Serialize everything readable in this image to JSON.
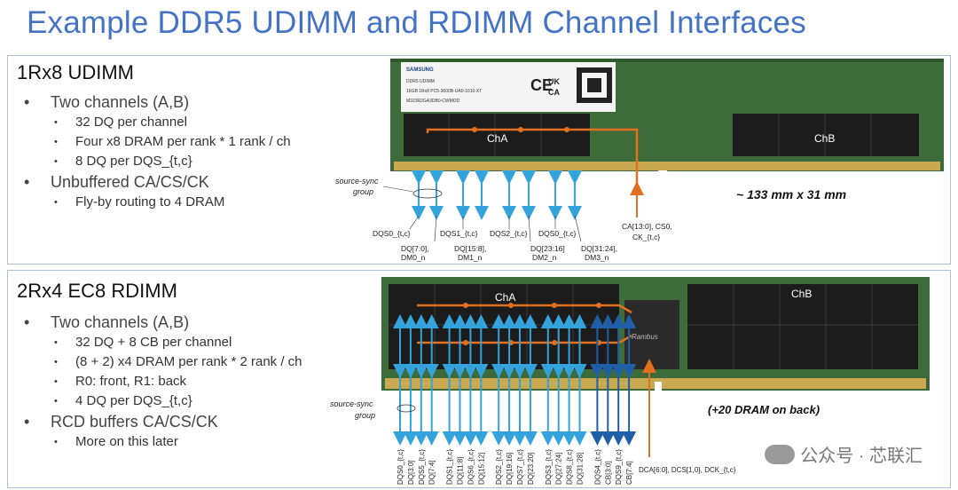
{
  "title": "Example DDR5 UDIMM and RDIMM Channel Interfaces",
  "udimm": {
    "heading": "1Rx8 UDIMM",
    "bullets": [
      {
        "text": "Two channels (A,B)",
        "sub": [
          "32 DQ per channel",
          "Four x8 DRAM per rank * 1 rank / ch",
          "8 DQ per DQS_{t,c}"
        ]
      },
      {
        "text": "Unbuffered CA/CS/CK",
        "sub": [
          "Fly-by routing to 4 DRAM"
        ]
      }
    ],
    "label_cha": "ChA",
    "label_chb": "ChB",
    "label_source_sync_1": "source-sync",
    "label_source_sync_2": "group",
    "size_note": "~ 133 mm x 31 mm",
    "sticker_brand": "SAMSUNG",
    "sticker_line1": "DDR5 UDIMM",
    "sticker_line2": "16GB 1Rx8 PC5-3600B-UA0-1010-XT",
    "sticker_line3": "M323R2GA3DB0-CWMOD",
    "signals": [
      {
        "top": "DQS0_{t,c}",
        "bottom": ""
      },
      {
        "top": "",
        "bottom": "DQ[7:0], DM0_n"
      },
      {
        "top": "DQS1_{t,c}",
        "bottom": "DQ[15:8], DM1_n"
      },
      {
        "top": "DQS2_{t,c}",
        "bottom": "DQ[23:16] DM2_n"
      },
      {
        "top": "DQS0_{t,c}",
        "bottom": "DQ[31:24], DM3_n"
      }
    ],
    "ca_label_1": "CA[13:0], CS0,",
    "ca_label_2": "CK_{t,c}"
  },
  "rdimm": {
    "heading": "2Rx4 EC8 RDIMM",
    "bullets": [
      {
        "text": "Two channels (A,B)",
        "sub": [
          "32 DQ + 8 CB per channel",
          "(8 + 2) x4 DRAM per rank * 2 rank / ch",
          "R0: front,  R1: back",
          "4 DQ per DQS_{t,c}"
        ]
      },
      {
        "text": "RCD buffers CA/CS/CK",
        "sub": [
          "More on this later"
        ]
      }
    ],
    "label_cha": "ChA",
    "label_chb": "ChB",
    "label_source_sync_1": "source-sync",
    "label_source_sync_2": "group",
    "back_note": "(+20 DRAM on back)",
    "rcd_label": "Rambus",
    "pins": [
      "DQS0_{t,c}",
      "DQ[3:0]",
      "DQS5_{t,c}",
      "DQ[7:4]",
      "DQS1_{t,c}",
      "DQ[11:8]",
      "DQS6_{t,c}",
      "DQ[15:12]",
      "DQS2_{t,c}",
      "DQ[19:16]",
      "DQS7_{t,c}",
      "DQ[23:20]",
      "DQS3_{t,c}",
      "DQ[27:24]",
      "DQS8_{t,c}",
      "DQ[31:28]",
      "DQS4_{t,c}",
      "CB[3:0]",
      "DQS9_{t,c}",
      "CB[7:4]"
    ],
    "dca_label": "DCA[6:0], DCS[1,0}, DCK_{t,c}"
  },
  "watermark": "公众号 · 芯联汇",
  "colors": {
    "title": "#4472c4",
    "route": "#e2701f",
    "arrow": "#34a3dc",
    "arrow_cb": "#1f5fa8",
    "pcb": "#3d6b3a"
  }
}
